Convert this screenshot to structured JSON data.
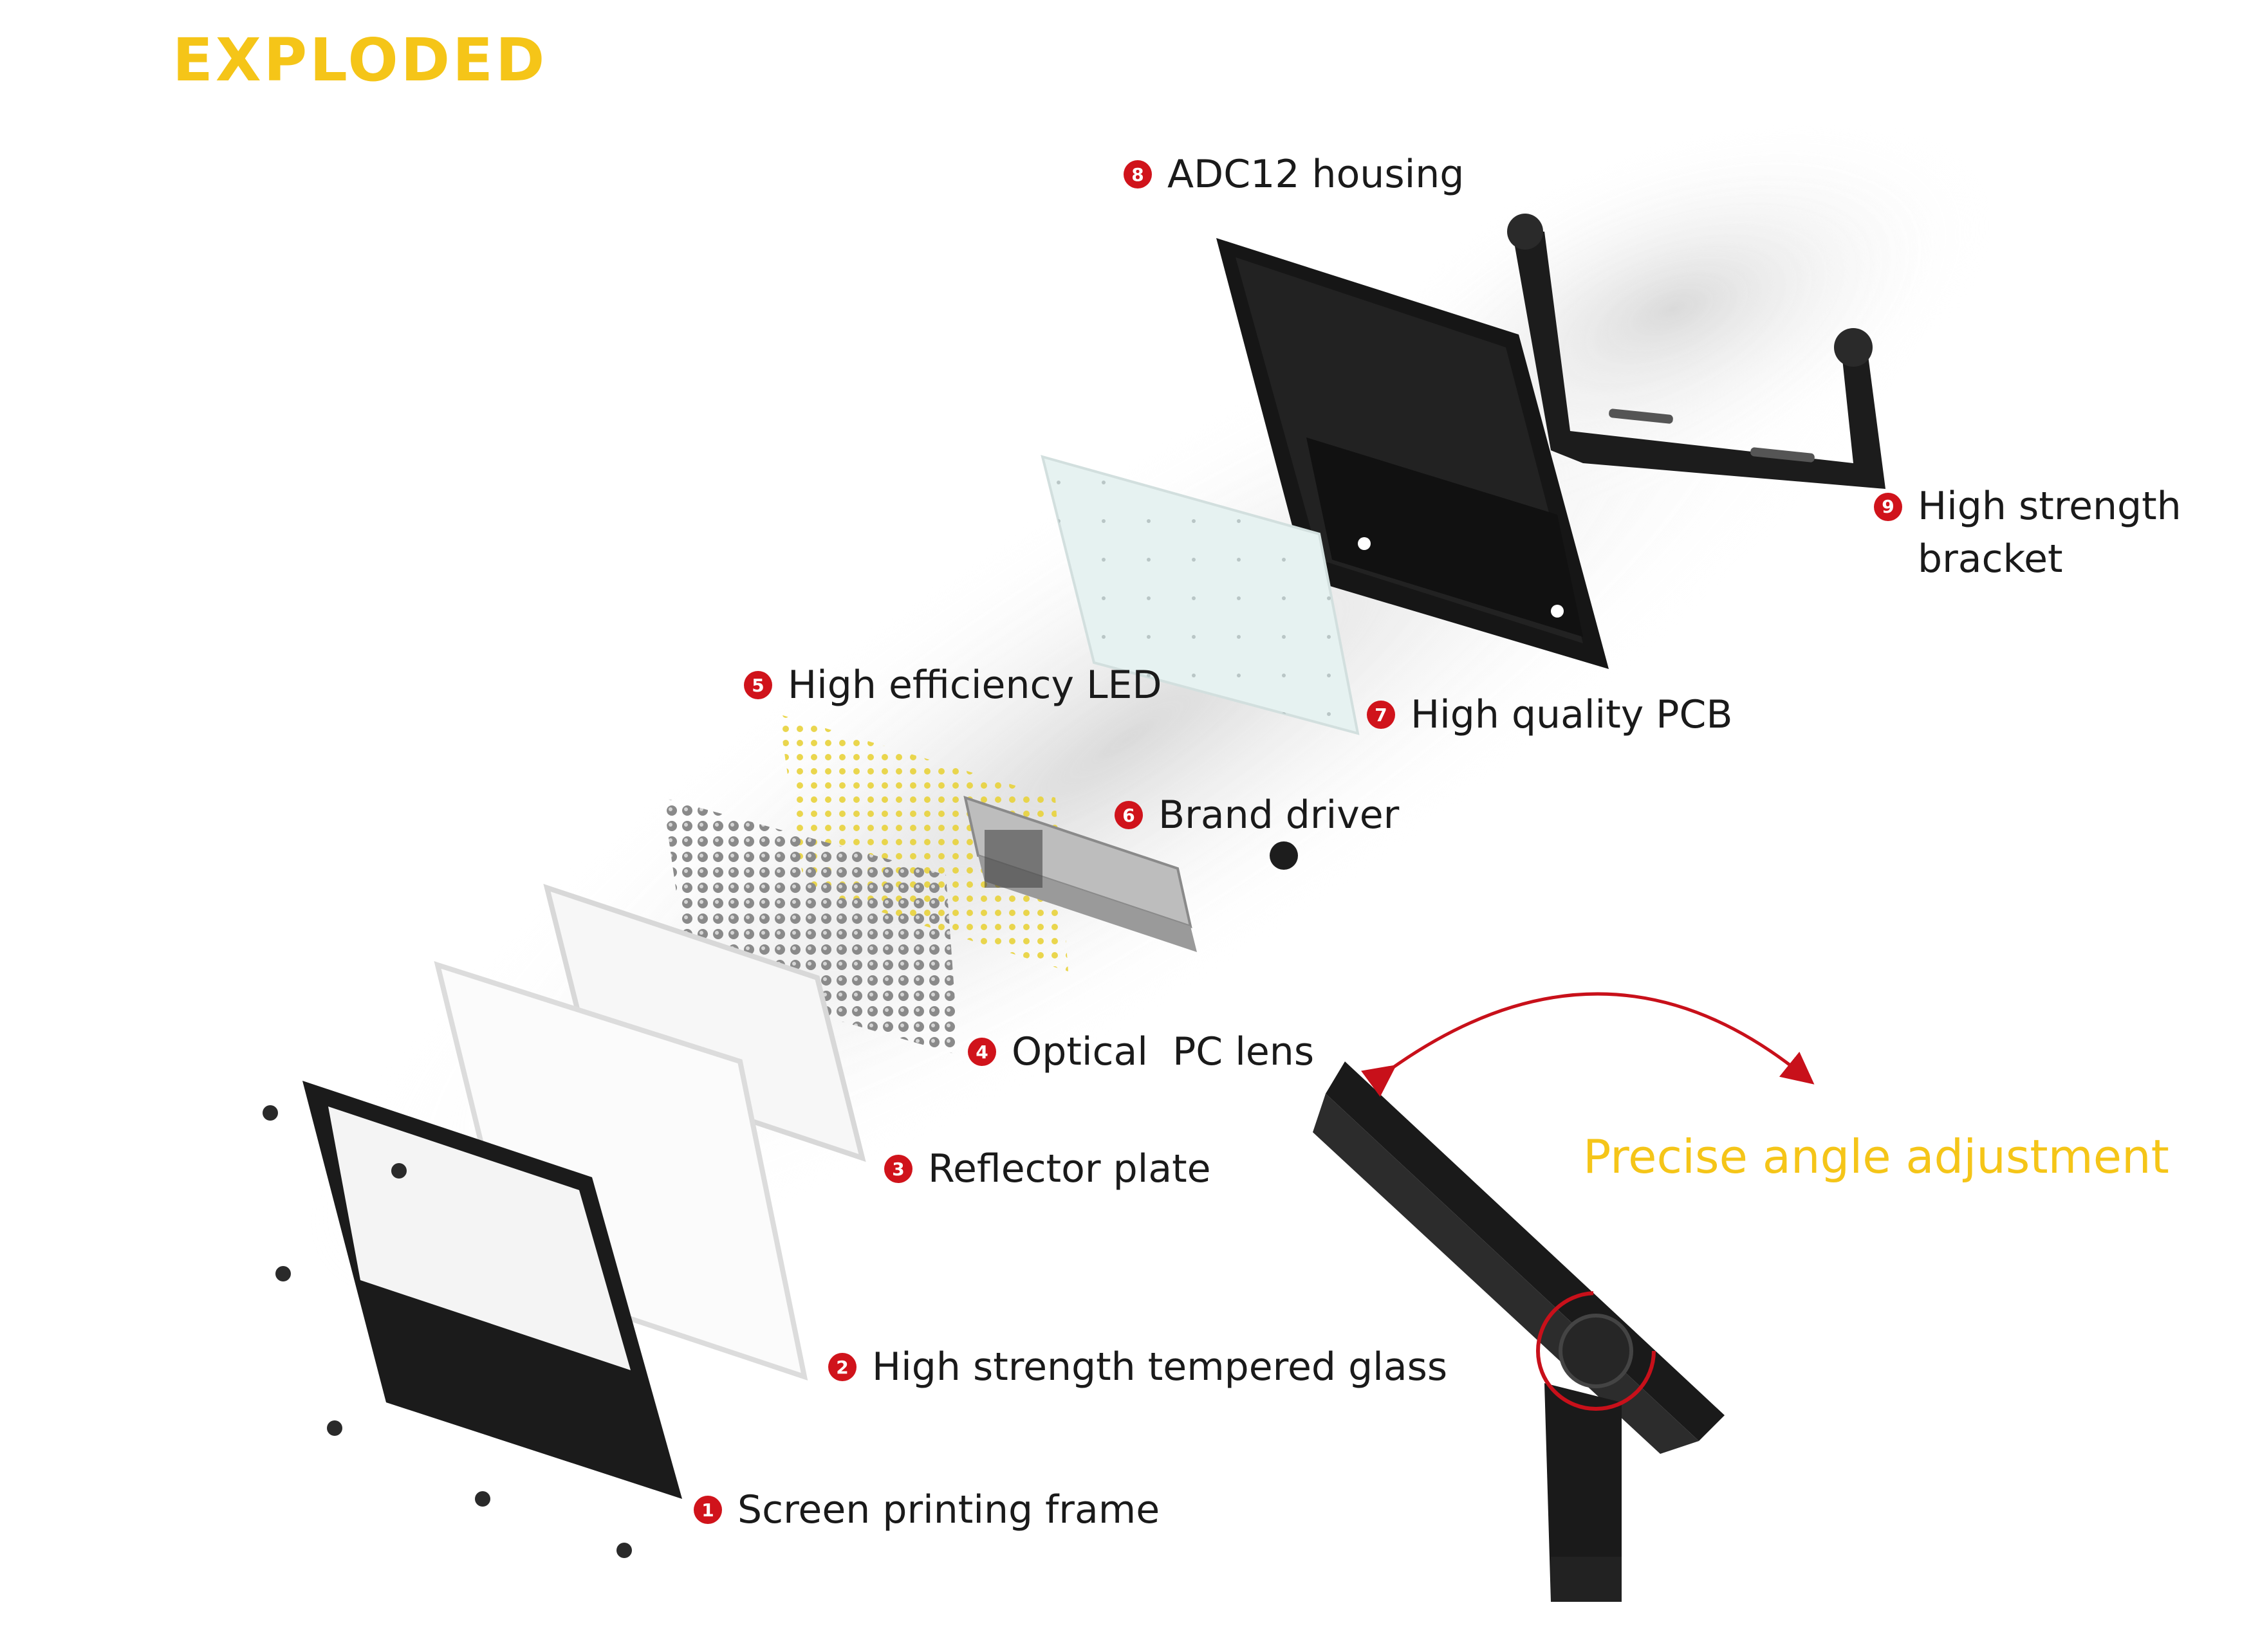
{
  "title": "EXPLODED",
  "feature_label": "Precise angle adjustment",
  "colors": {
    "title": "#f5c518",
    "badge": "#d0131b",
    "arrow": "#c8101a",
    "body": "#1a1a1a"
  },
  "callouts": [
    {
      "num": "1",
      "label": "Screen printing frame"
    },
    {
      "num": "2",
      "label": "High strength tempered glass"
    },
    {
      "num": "3",
      "label": "Reflector plate"
    },
    {
      "num": "4",
      "label": "Optical  PC lens"
    },
    {
      "num": "5",
      "label": "High efficiency LED"
    },
    {
      "num": "6",
      "label": "Brand driver"
    },
    {
      "num": "7",
      "label": "High quality PCB"
    },
    {
      "num": "8",
      "label": "ADC12 housing"
    },
    {
      "num": "9",
      "label": "High strength bracket"
    }
  ]
}
